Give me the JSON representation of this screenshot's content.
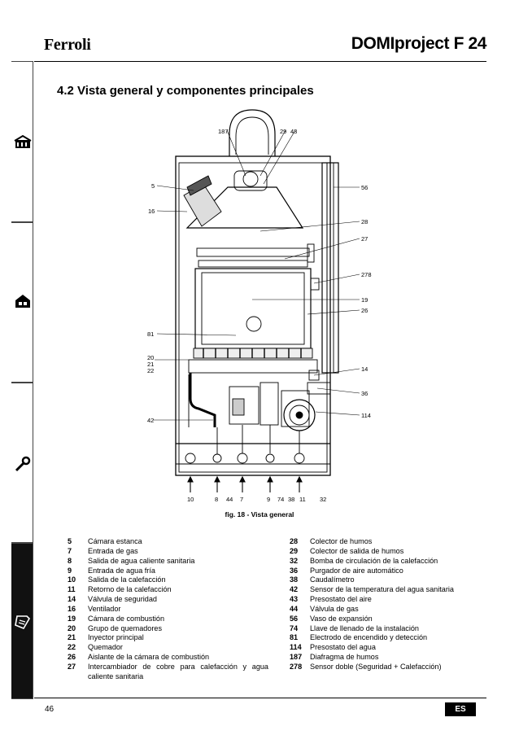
{
  "header": {
    "brand": "Ferroli",
    "model": "DOMIproject F 24"
  },
  "section": {
    "title": "4.2  Vista general y componentes principales"
  },
  "figure": {
    "caption": "fig. 18 - Vista general",
    "top_labels": [
      "187",
      "29",
      "43"
    ],
    "left_labels": [
      "5",
      "16",
      "81",
      "20",
      "21",
      "22",
      "42"
    ],
    "right_labels": [
      "56",
      "28",
      "27",
      "278",
      "19",
      "26",
      "14",
      "36",
      "114"
    ],
    "bottom_labels": [
      "10",
      "8",
      "44",
      "7",
      "9",
      "74",
      "38",
      "11",
      "32"
    ]
  },
  "legend": {
    "left": [
      {
        "num": "5",
        "text": "Cámara estanca"
      },
      {
        "num": "7",
        "text": "Entrada de gas"
      },
      {
        "num": "8",
        "text": "Salida de agua caliente sanitaria"
      },
      {
        "num": "9",
        "text": "Entrada de agua fría"
      },
      {
        "num": "10",
        "text": "Salida de la calefacción"
      },
      {
        "num": "11",
        "text": "Retorno de la calefacción"
      },
      {
        "num": "14",
        "text": "Válvula de seguridad"
      },
      {
        "num": "16",
        "text": "Ventilador"
      },
      {
        "num": "19",
        "text": "Cámara de combustión"
      },
      {
        "num": "20",
        "text": "Grupo de quemadores"
      },
      {
        "num": "21",
        "text": "Inyector principal"
      },
      {
        "num": "22",
        "text": "Quemador"
      },
      {
        "num": "26",
        "text": "Aislante de la cámara de combustión"
      },
      {
        "num": "27",
        "text": "Intercambiador de cobre para calefacción y agua caliente sanitaria"
      }
    ],
    "right": [
      {
        "num": "28",
        "text": "Colector de humos"
      },
      {
        "num": "29",
        "text": "Colector de salida de humos"
      },
      {
        "num": "32",
        "text": "Bomba de circulación de la calefacción"
      },
      {
        "num": "36",
        "text": "Purgador de aire automático"
      },
      {
        "num": "38",
        "text": "Caudalímetro"
      },
      {
        "num": "42",
        "text": "Sensor de la temperatura del agua sanitaria"
      },
      {
        "num": "43",
        "text": "Presostato del aire"
      },
      {
        "num": "44",
        "text": "Válvula de gas"
      },
      {
        "num": "56",
        "text": "Vaso de expansión"
      },
      {
        "num": "74",
        "text": "Llave de llenado de la instalación"
      },
      {
        "num": "81",
        "text": "Electrodo de encendido y detección"
      },
      {
        "num": "114",
        "text": "Presostato del agua"
      },
      {
        "num": "187",
        "text": "Diafragma de humos"
      },
      {
        "num": "278",
        "text": "Sensor doble (Seguridad + Calefacción)"
      }
    ]
  },
  "footer": {
    "page": "46",
    "lang": "ES"
  }
}
